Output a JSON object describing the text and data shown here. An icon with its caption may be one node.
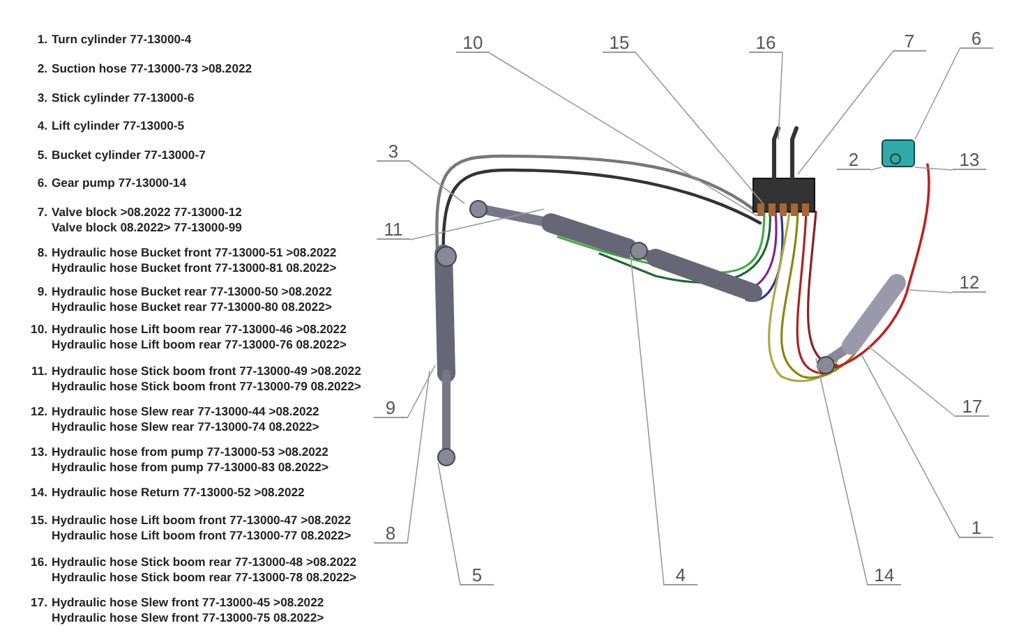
{
  "diagram": {
    "nodes": [
      {
        "text": [
          "10"
        ]
      },
      {
        "text": [
          "15"
        ]
      },
      {
        "text": [
          "16"
        ]
      },
      {
        "text": [
          "7"
        ]
      },
      {
        "text": [
          "6"
        ]
      },
      {
        "text": [
          "2"
        ]
      },
      {
        "text": [
          "13"
        ]
      },
      {
        "text": [
          "3"
        ]
      },
      {
        "text": [
          "11"
        ]
      },
      {
        "text": [
          "12"
        ]
      },
      {
        "text": [
          "9"
        ]
      },
      {
        "text": [
          "17"
        ]
      },
      {
        "text": [
          "1"
        ]
      },
      {
        "text": [
          "8"
        ]
      },
      {
        "text": [
          "5"
        ]
      },
      {
        "text": [
          "4"
        ]
      },
      {
        "text": [
          "14"
        ]
      },
      {
        "text": [],
        "shape": "picture"
      }
    ],
    "edges": [
      {
        "from": 0,
        "to": null,
        "arrow": "none"
      },
      {
        "from": 1,
        "to": null,
        "arrow": "none"
      },
      {
        "from": 2,
        "to": null,
        "arrow": "none"
      },
      {
        "from": 3,
        "to": null,
        "arrow": "none"
      },
      {
        "from": 4,
        "to": 17,
        "arrow": "none"
      },
      {
        "from": 5,
        "to": 17,
        "arrow": "none"
      },
      {
        "from": 6,
        "to": 17,
        "arrow": "none"
      },
      {
        "from": 7,
        "to": null,
        "arrow": "none"
      },
      {
        "from": 8,
        "to": null,
        "arrow": "none"
      },
      {
        "from": 9,
        "to": null,
        "arrow": "none"
      },
      {
        "from": 10,
        "to": null,
        "arrow": "none"
      },
      {
        "from": 11,
        "to": null,
        "arrow": "none"
      },
      {
        "from": 12,
        "to": null,
        "arrow": "none"
      },
      {
        "from": 13,
        "to": null,
        "arrow": "none"
      },
      {
        "from": 14,
        "to": null,
        "arrow": "none"
      },
      {
        "from": 15,
        "to": null,
        "arrow": "none"
      },
      {
        "from": 16,
        "to": null,
        "arrow": "none"
      }
    ],
    "labels": [
      "1.",
      "Turn cylinder 77-13000-4",
      "2.",
      "Suction hose 77-13000-73 >08.2022",
      "3.",
      "Stick cylinder 77-13000-6",
      "4.",
      "Lift cylinder 77-13000-5",
      "5.",
      "Bucket cylinder 77-13000-7",
      "6.",
      "Gear pump 77-13000-14",
      "7.",
      "Valve block >08.2022 77-13000-12",
      "Valve block 08.2022> 77-13000-99",
      "8.",
      "Hydraulic hose Bucket front 77-13000-51 >08.2022",
      "Hydraulic hose Bucket front 77-13000-81 08.2022>",
      "9.",
      "Hydraulic hose Bucket rear 77-13000-50 >08.2022",
      "Hydraulic hose Bucket rear 77-13000-80 08.2022>",
      "10.",
      "Hydraulic hose Lift boom rear 77-13000-46 >08.2022",
      "Hydraulic hose Lift boom rear 77-13000-76 08.2022>",
      "11.",
      "Hydraulic hose Stick boom front 77-13000-49 >08.2022",
      "Hydraulic hose Stick boom front 77-13000-79 08.2022>",
      "12.",
      "Hydraulic hose Slew rear 77-13000-44 >08.2022",
      "Hydraulic hose Slew rear 77-13000-74 08.2022>",
      "13.",
      "Hydraulic hose from pump 77-13000-53 >08.2022",
      "Hydraulic hose from pump 77-13000-83 08.2022>",
      "14.",
      "Hydraulic hose Return 77-13000-52 >08.2022",
      "15.",
      "Hydraulic hose Lift boom front 77-13000-47 >08.2022",
      "Hydraulic hose Lift boom front 77-13000-77 08.2022>",
      "16.",
      "Hydraulic hose Stick boom rear 77-13000-48 >08.2022",
      "Hydraulic hose Stick boom rear 77-13000-78 08.2022>",
      "17.",
      "Hydraulic hose Slew front 77-13000-45 >08.2022",
      "Hydraulic hose Slew front 77-13000-75 08.2022>"
    ]
  }
}
